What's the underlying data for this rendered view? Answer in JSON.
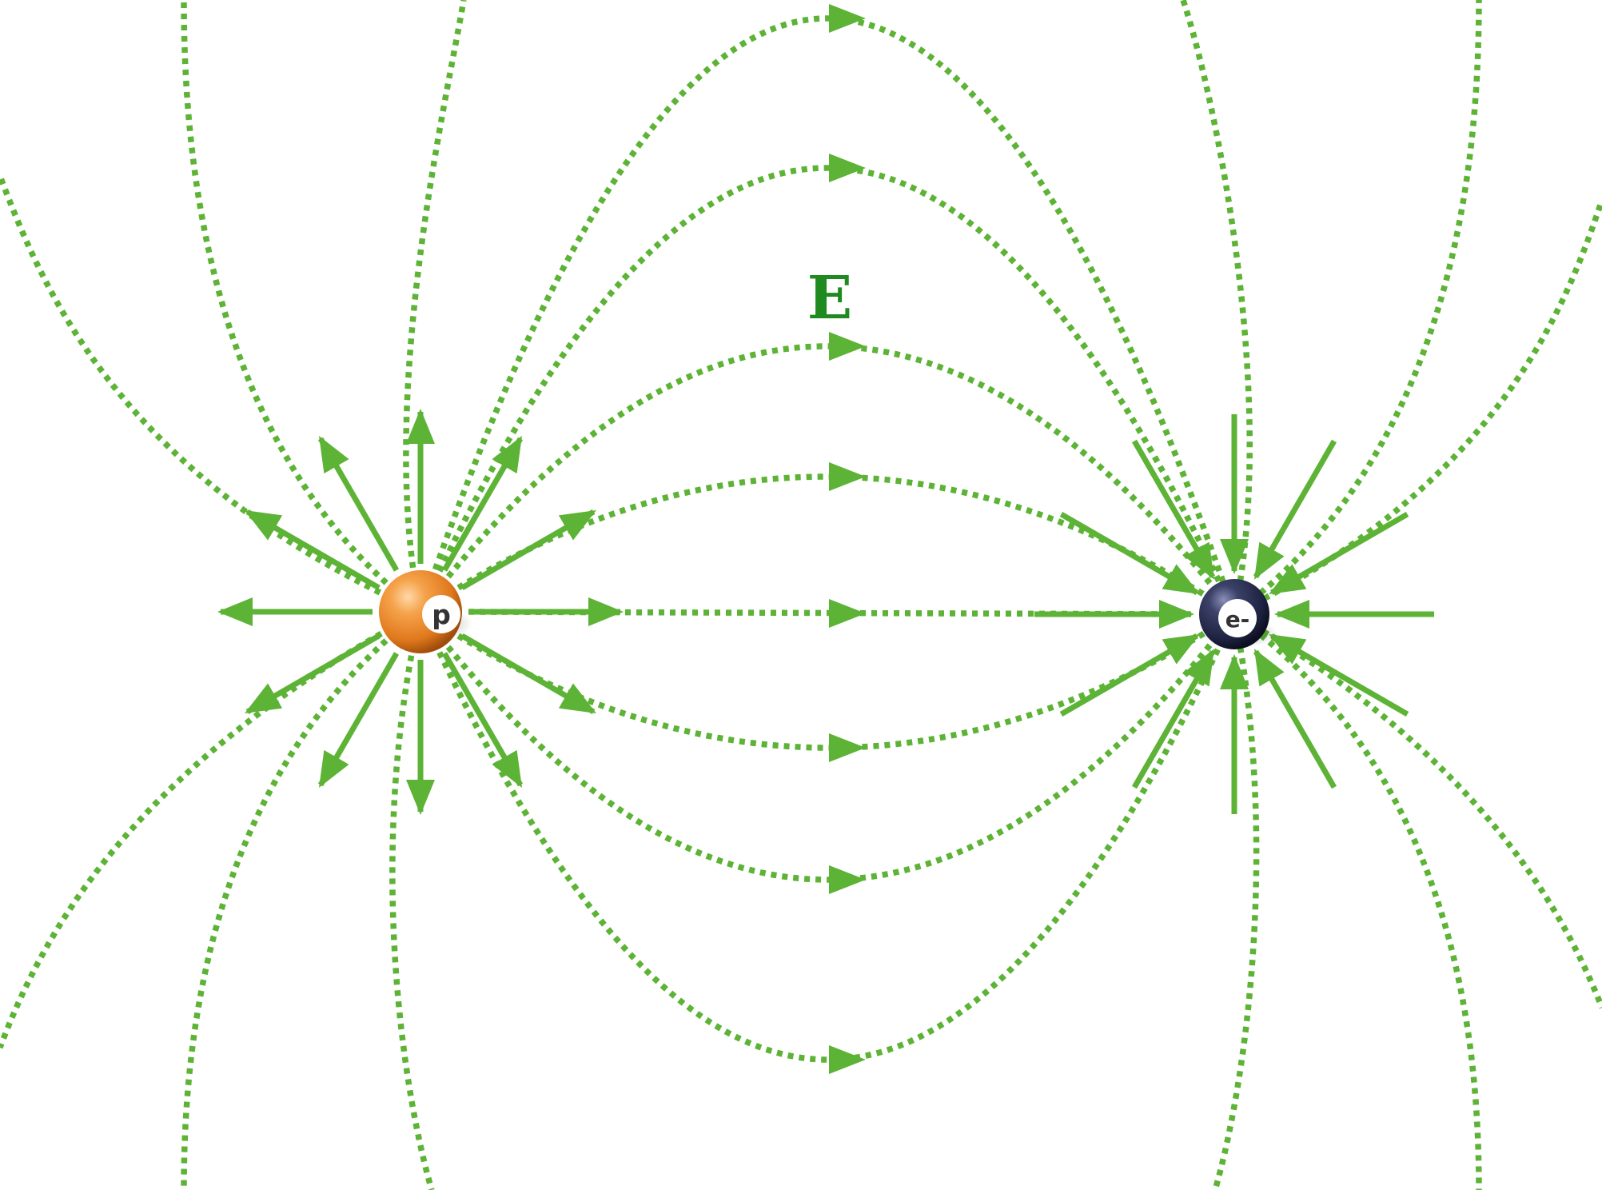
{
  "field": {
    "label": "E",
    "line_color": "#5db336",
    "label_color": "#1f8a1f"
  },
  "charges": {
    "proton": {
      "label": "p",
      "sign": "positive",
      "color": "#f0902a"
    },
    "electron": {
      "label": "e-",
      "sign": "negative",
      "color": "#2d3250"
    }
  },
  "icons": {
    "proton": "ball-icon",
    "electron": "ball-icon",
    "field_arrow": "arrowhead-icon"
  }
}
